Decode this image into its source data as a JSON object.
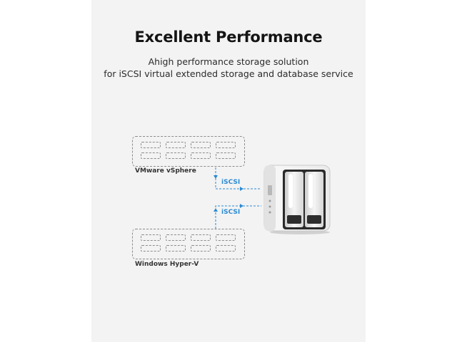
{
  "header": {
    "title": "Excellent Performance",
    "subtitle_line1": "Ahigh performance storage solution",
    "subtitle_line2": "for iSCSI virtual extended storage and database service"
  },
  "diagram": {
    "hosts": [
      {
        "label": "VMware vSphere",
        "icon": "server-rack-icon"
      },
      {
        "label": "Windows Hyper-V",
        "icon": "server-rack-icon"
      }
    ],
    "links": [
      {
        "label": "iSCSI",
        "direction": "to-nas"
      },
      {
        "label": "iSCSI",
        "direction": "to-host"
      }
    ],
    "storage": {
      "icon": "nas-2-bay-icon"
    },
    "colors": {
      "accent": "#2a8ad4",
      "dashed": "#8c8c8c",
      "panel": "#f3f3f3"
    }
  }
}
